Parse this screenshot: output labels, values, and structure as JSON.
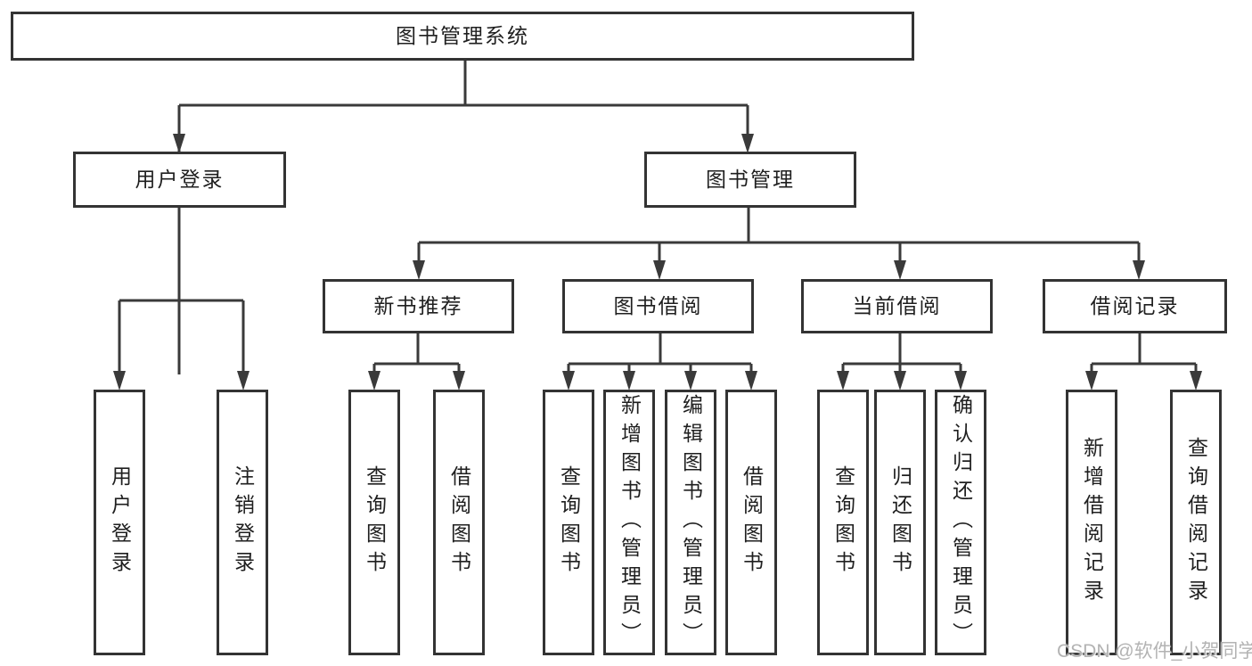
{
  "diagram": {
    "root": {
      "label": "图书管理系统"
    },
    "branches": [
      {
        "label": "用户登录",
        "children": [
          {
            "label": "用户登录"
          },
          {
            "label": "注销登录"
          }
        ]
      },
      {
        "label": "图书管理",
        "children": [
          {
            "label": "新书推荐",
            "children": [
              {
                "label": "查询图书"
              },
              {
                "label": "借阅图书"
              }
            ]
          },
          {
            "label": "图书借阅",
            "children": [
              {
                "label": "查询图书"
              },
              {
                "label": "新增图书（管理员）"
              },
              {
                "label": "编辑图书（管理员）"
              },
              {
                "label": "借阅图书"
              }
            ]
          },
          {
            "label": "当前借阅",
            "children": [
              {
                "label": "查询图书"
              },
              {
                "label": "归还图书"
              },
              {
                "label": "确认归还（管理员）"
              }
            ]
          },
          {
            "label": "借阅记录",
            "children": [
              {
                "label": "新增借阅记录"
              },
              {
                "label": "查询借阅记录"
              }
            ]
          }
        ]
      }
    ]
  },
  "watermark": {
    "text": "CSDN @软件_小贺同学"
  },
  "colors": {
    "line": "#3a3a3a",
    "box_border": "#333333",
    "text": "#1f1f1f",
    "watermark": "#b3b3b3",
    "background": "#ffffff"
  }
}
